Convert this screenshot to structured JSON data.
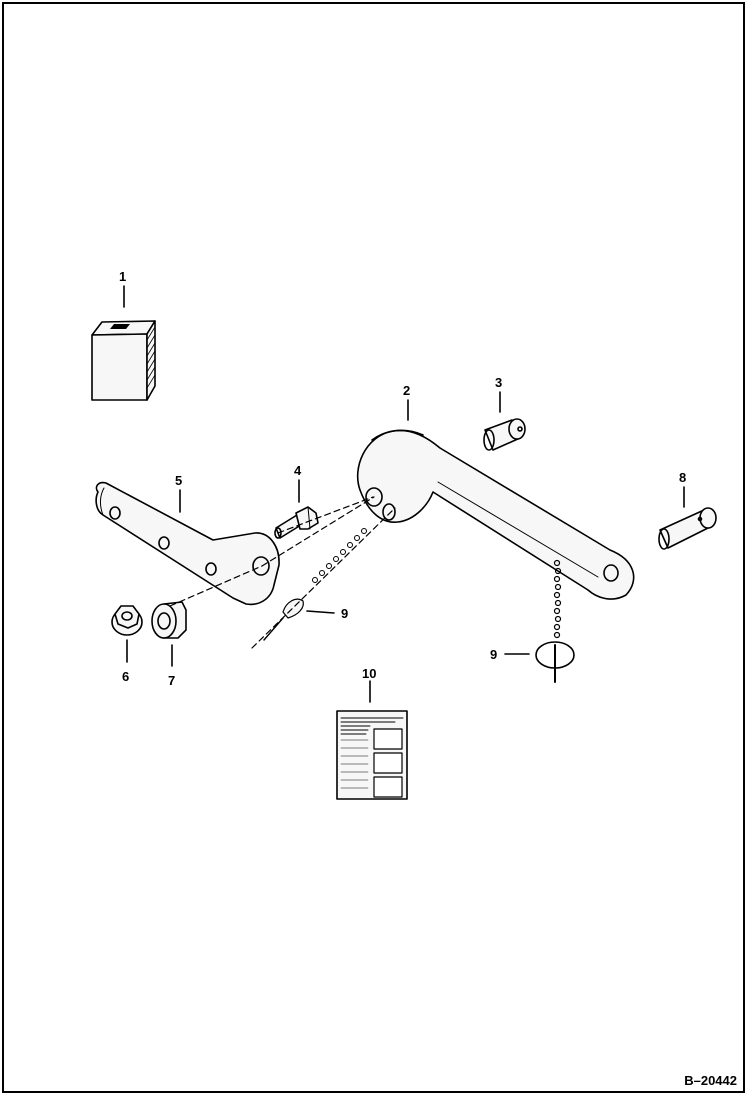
{
  "figure": {
    "id": "B–20442",
    "colors": {
      "line": "#000000",
      "background": "#ffffff",
      "part_shade": "#f7f7f7"
    }
  },
  "callouts": {
    "c1": "1",
    "c2": "2",
    "c3": "3",
    "c4": "4",
    "c5": "5",
    "c6": "6",
    "c7": "7",
    "c8": "8",
    "c9a": "9",
    "c9b": "9",
    "c10": "10"
  },
  "icons": {
    "part1": "decal-block-icon",
    "part2": "bent-tow-bar-icon",
    "part3": "pivot-pin-icon",
    "part4": "bolt-icon",
    "part5": "mount-bracket-icon",
    "part6": "flange-nut-icon",
    "part7": "lock-nut-icon",
    "part8": "clevis-pin-icon",
    "part9": "ring-pin-with-chain-icon",
    "part10": "instruction-sheet-icon"
  }
}
